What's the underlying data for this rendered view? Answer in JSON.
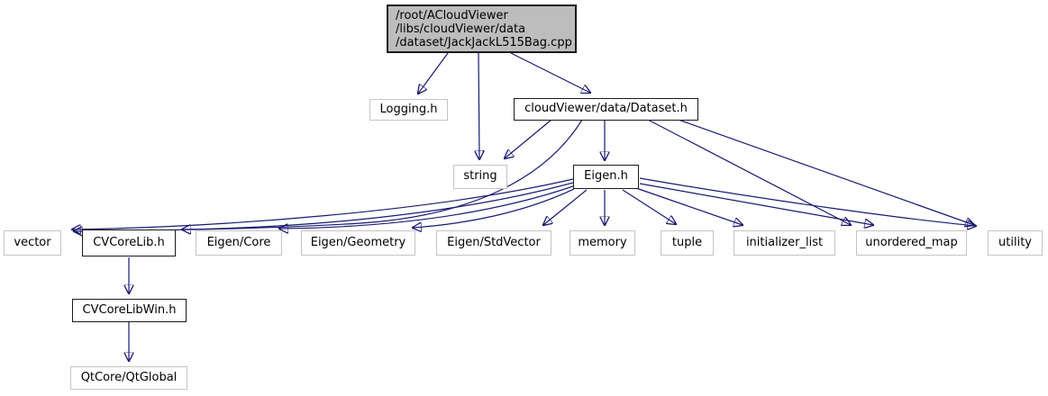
{
  "graph": {
    "kind": "include-dependency-graph",
    "edge_color": "#191970",
    "root_fill_color": "#bdbdbd",
    "nodes": {
      "main": {
        "lines": [
          "/root/ACloudViewer",
          "/libs/cloudViewer/data",
          "/dataset/JackJackL515Bag.cpp"
        ],
        "clickable": false
      },
      "logging": {
        "label": "Logging.h",
        "clickable": false
      },
      "dataset": {
        "label": "cloudViewer/data/Dataset.h",
        "clickable": true
      },
      "string": {
        "label": "string",
        "clickable": false
      },
      "eigen": {
        "label": "Eigen.h",
        "clickable": true
      },
      "vector": {
        "label": "vector",
        "clickable": false
      },
      "cvcorelib": {
        "label": "CVCoreLib.h",
        "clickable": true
      },
      "eigen_core": {
        "label": "Eigen/Core",
        "clickable": false
      },
      "eigen_geometry": {
        "label": "Eigen/Geometry",
        "clickable": false
      },
      "eigen_stdvector": {
        "label": "Eigen/StdVector",
        "clickable": false
      },
      "memory": {
        "label": "memory",
        "clickable": false
      },
      "tuple": {
        "label": "tuple",
        "clickable": false
      },
      "initializer_list": {
        "label": "initializer_list",
        "clickable": false
      },
      "unordered_map": {
        "label": "unordered_map",
        "clickable": false
      },
      "utility": {
        "label": "utility",
        "clickable": false
      },
      "cvcorelibwin": {
        "label": "CVCoreLibWin.h",
        "clickable": true
      },
      "qtglobal": {
        "label": "QtCore/QtGlobal",
        "clickable": false
      }
    },
    "edges": [
      {
        "from": "main",
        "to": "logging"
      },
      {
        "from": "main",
        "to": "string"
      },
      {
        "from": "main",
        "to": "dataset"
      },
      {
        "from": "dataset",
        "to": "string"
      },
      {
        "from": "dataset",
        "to": "vector"
      },
      {
        "from": "dataset",
        "to": "eigen"
      },
      {
        "from": "dataset",
        "to": "unordered_map"
      },
      {
        "from": "dataset",
        "to": "utility"
      },
      {
        "from": "eigen",
        "to": "vector"
      },
      {
        "from": "eigen",
        "to": "cvcorelib"
      },
      {
        "from": "eigen",
        "to": "eigen_core"
      },
      {
        "from": "eigen",
        "to": "eigen_geometry"
      },
      {
        "from": "eigen",
        "to": "eigen_stdvector"
      },
      {
        "from": "eigen",
        "to": "memory"
      },
      {
        "from": "eigen",
        "to": "tuple"
      },
      {
        "from": "eigen",
        "to": "initializer_list"
      },
      {
        "from": "eigen",
        "to": "unordered_map"
      },
      {
        "from": "eigen",
        "to": "utility"
      },
      {
        "from": "cvcorelib",
        "to": "cvcorelibwin"
      },
      {
        "from": "cvcorelibwin",
        "to": "qtglobal"
      }
    ]
  }
}
